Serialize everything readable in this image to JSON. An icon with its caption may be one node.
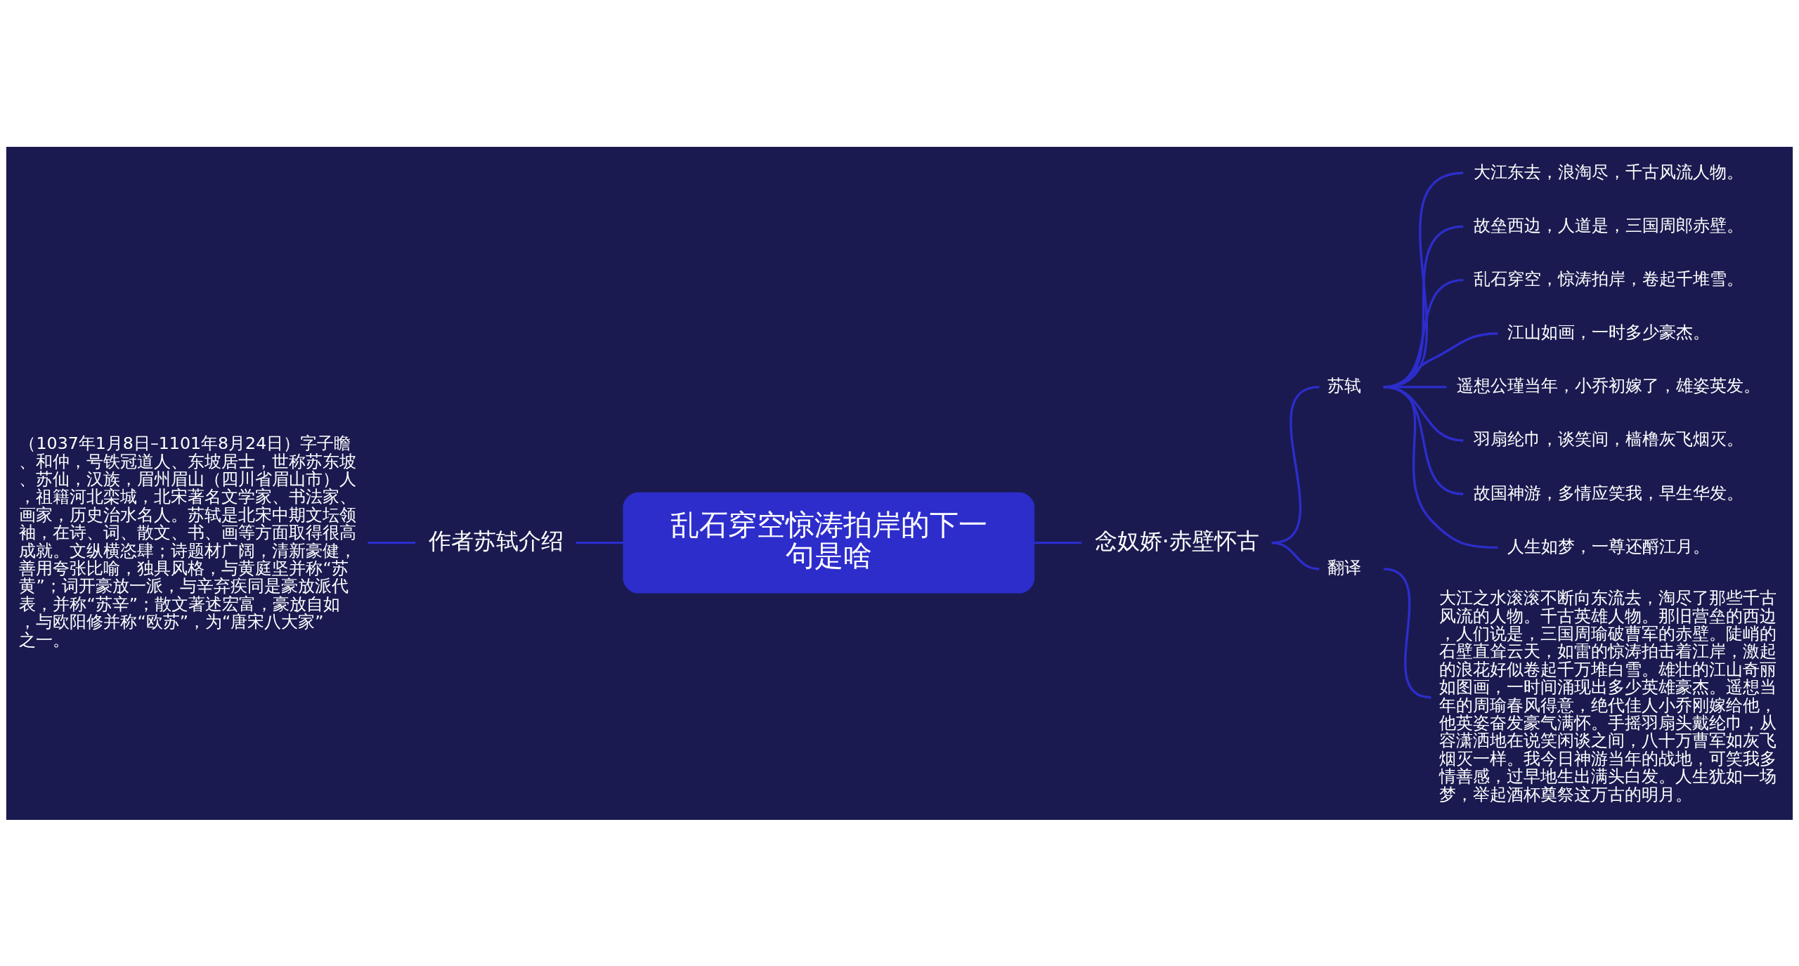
{
  "diagram": {
    "nodes": [
      {
        "text": [
          "乱石穿空惊涛拍岸的下一句是啥"
        ]
      },
      {
        "text": [
          "作者苏轼介绍"
        ]
      },
      {
        "text": [
          "（1037年1月8日–1101年8月24日）字子瞻、和仲，号铁冠道人、东坡居士，世称苏东坡、苏仙，汉族，眉州眉山（四川省眉山市）人，祖籍河北栾城，北宋著名文学家、书法家、画家，历史治水名人。苏轼是北宋中期文坛领袖，在诗、词、散文、书、画等方面取得很高成就。文纵横恣肆；诗题材广阔，清新豪健，善用夸张比喻，独具风格，与黄庭坚并称“苏黄”；词开豪放一派，与辛弃疾同是豪放派代表，并称“苏辛”；散文著述宏富，豪放自如，与欧阳修并称“欧苏”，为“唐宋八大家”之一。"
        ]
      },
      {
        "text": [
          "念奴娇·赤壁怀古"
        ]
      },
      {
        "text": [
          "苏轼"
        ]
      },
      {
        "text": [
          "大江东去，浪淘尽，千古风流人物。"
        ]
      },
      {
        "text": [
          "故垒西边，人道是，三国周郎赤壁。"
        ]
      },
      {
        "text": [
          "乱石穿空，惊涛拍岸，卷起千堆雪。"
        ]
      },
      {
        "text": [
          "江山如画，一时多少豪杰。"
        ]
      },
      {
        "text": [
          "遥想公瑾当年，小乔初嫁了，雄姿英发。"
        ]
      },
      {
        "text": [
          "羽扇纶巾，谈笑间，樯橹灰飞烟灭。"
        ]
      },
      {
        "text": [
          "故国神游，多情应笑我，早生华发。"
        ]
      },
      {
        "text": [
          "人生如梦，一尊还酹江月。"
        ]
      },
      {
        "text": [
          "翻译"
        ]
      },
      {
        "text": [
          "大江之水滚滚不断向东流去，淘尽了那些千古风流的人物。千古英雄人物。那旧营垒的西边，人们说是，三国周瑜破曹军的赤壁。陡峭的石壁直耸云天，如雷的惊涛拍击着江岸，激起的浪花好似卷起千万堆白雪。雄壮的江山奇丽如图画，一时间涌现出多少英雄豪杰。遥想当年的周瑜春风得意，绝代佳人小乔刚嫁给他，他英姿奋发豪气满怀。手摇羽扇头戴纶巾，从容潇洒地在说笑闲谈之间，八十万曹军如灰飞烟灭一样。我今日神游当年的战地，可笑我多情善感，过早地生出满头白发。人生犹如一场梦，举起酒杯奠祭这万古的明月。"
        ]
      }
    ],
    "edges": [
      {
        "from": 0,
        "to": 1,
        "arrow": "none"
      },
      {
        "from": 1,
        "to": 2,
        "arrow": "none"
      },
      {
        "from": 0,
        "to": 3,
        "arrow": "none"
      },
      {
        "from": 3,
        "to": 4,
        "arrow": "none"
      },
      {
        "from": 4,
        "to": 5,
        "arrow": "none"
      },
      {
        "from": 4,
        "to": 6,
        "arrow": "none"
      },
      {
        "from": 4,
        "to": 7,
        "arrow": "none"
      },
      {
        "from": 4,
        "to": 8,
        "arrow": "none"
      },
      {
        "from": 4,
        "to": 9,
        "arrow": "none"
      },
      {
        "from": 4,
        "to": 10,
        "arrow": "none"
      },
      {
        "from": 4,
        "to": 11,
        "arrow": "none"
      },
      {
        "from": 4,
        "to": 12,
        "arrow": "none"
      },
      {
        "from": 3,
        "to": 13,
        "arrow": "none"
      },
      {
        "from": 13,
        "to": 14,
        "arrow": "none"
      }
    ]
  }
}
